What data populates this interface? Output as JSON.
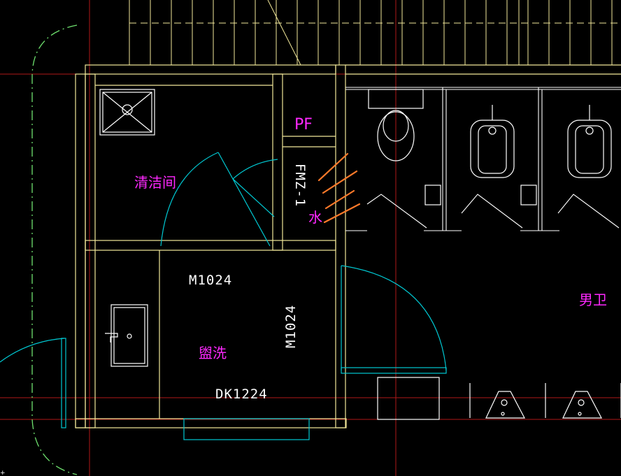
{
  "drawing": {
    "room_labels": {
      "janitor_room": "清洁间",
      "washroom": "盥洗",
      "mens_toilet": "男卫",
      "water": "水"
    },
    "tags": {
      "pipe_shaft": "PF",
      "fire_door": "FMZ-1",
      "door_horizontal": "M1024",
      "door_vertical": "M1024",
      "door_opening": "DK1224"
    },
    "colors": {
      "background": "#000000",
      "walls": "#f2e89a",
      "grid_axis": "#b01818",
      "door_swing": "#00c8d2",
      "fixtures": "#ffffff",
      "annotation": "#ff28ff",
      "contour": "#6ee06e",
      "hatch": "#ff7a2a",
      "stair": "#f2e89a"
    }
  }
}
